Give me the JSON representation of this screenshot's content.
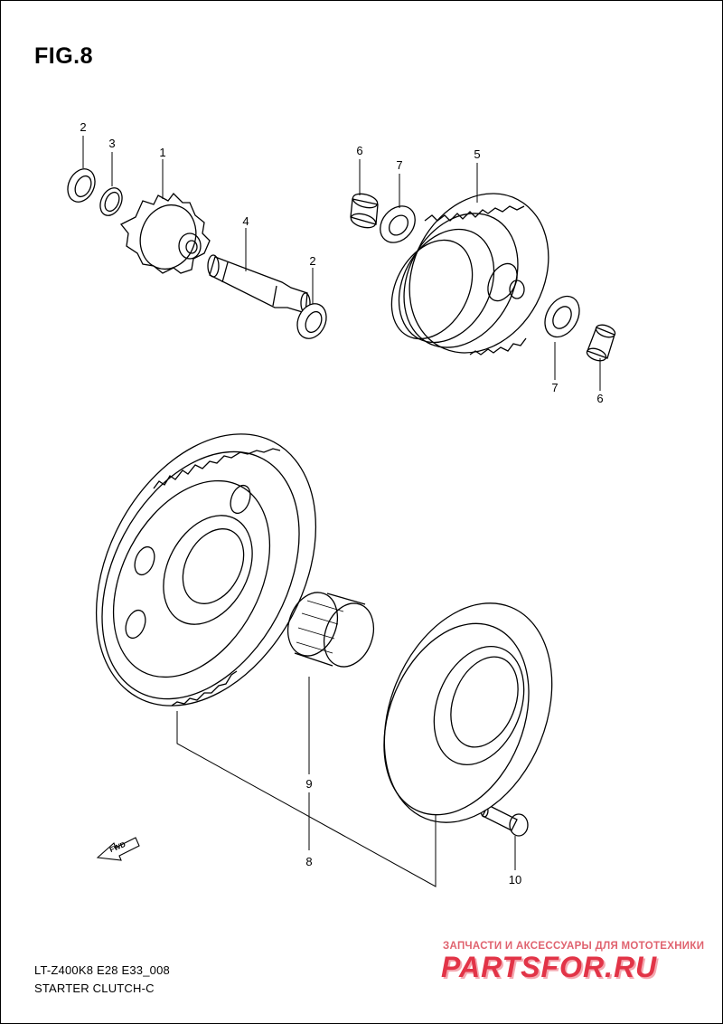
{
  "figure": {
    "title": "FIG.8"
  },
  "callouts": [
    {
      "id": "2a",
      "text": "2"
    },
    {
      "id": "3",
      "text": "3"
    },
    {
      "id": "1",
      "text": "1"
    },
    {
      "id": "4",
      "text": "4"
    },
    {
      "id": "2b",
      "text": "2"
    },
    {
      "id": "6a",
      "text": "6"
    },
    {
      "id": "7a",
      "text": "7"
    },
    {
      "id": "5",
      "text": "5"
    },
    {
      "id": "7b",
      "text": "7"
    },
    {
      "id": "6b",
      "text": "6"
    },
    {
      "id": "9",
      "text": "9"
    },
    {
      "id": "8",
      "text": "8"
    },
    {
      "id": "10",
      "text": "10"
    }
  ],
  "direction_arrow": {
    "label": "FWD",
    "icon": "fwd-arrow-icon"
  },
  "footer": {
    "model_code": "LT-Z400K8 E28 E33_008",
    "section_name": "STARTER CLUTCH-C"
  },
  "watermark": {
    "tagline": "ЗАПЧАСТИ И АКСЕССУАРЫ ДЛЯ МОТОТЕХНИКИ",
    "logo_text": "PARTSFOR.RU",
    "color": "#e23447"
  },
  "colors": {
    "line": "#000000",
    "background": "#ffffff"
  }
}
